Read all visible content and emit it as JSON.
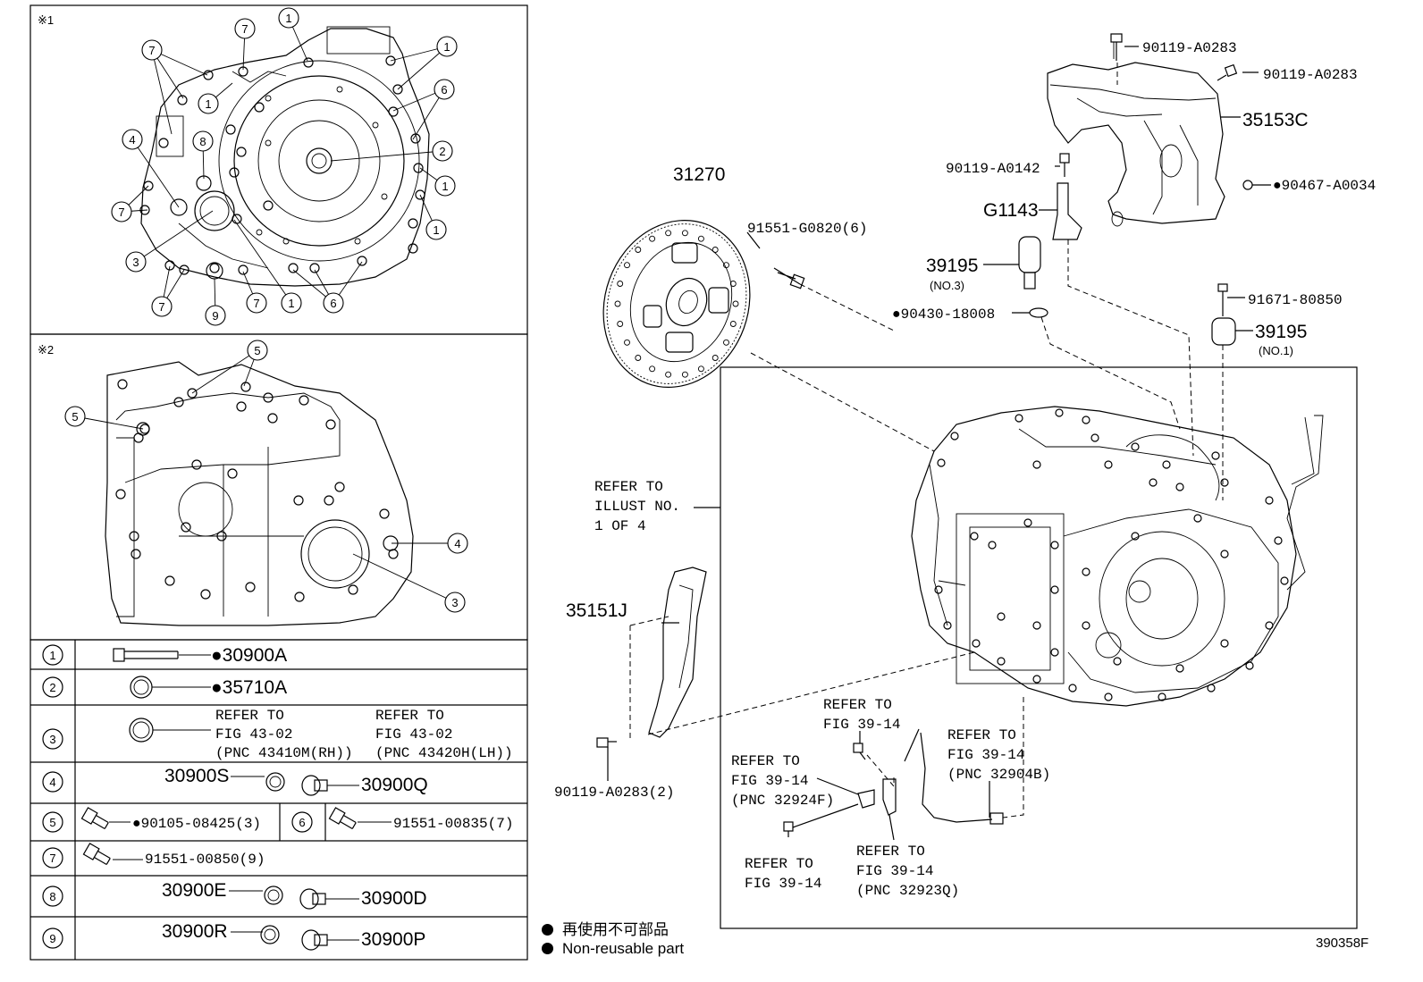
{
  "sections": {
    "s1": "※1",
    "s2": "※2"
  },
  "callouts": [
    "1",
    "2",
    "3",
    "4",
    "5",
    "6",
    "7",
    "8",
    "9"
  ],
  "table": [
    {
      "n": "1",
      "parts": [
        "●30900A"
      ]
    },
    {
      "n": "2",
      "parts": [
        "●35710A"
      ]
    },
    {
      "n": "3",
      "refs": [
        [
          "REFER TO",
          "FIG 43-02",
          "(PNC 43410M(RH))"
        ],
        [
          "REFER TO",
          "FIG 43-02",
          "(PNC 43420H(LH))"
        ]
      ]
    },
    {
      "n": "4",
      "parts": [
        "30900S",
        "30900Q"
      ]
    },
    {
      "n": "5",
      "parts": [
        "●90105-08425(3)"
      ]
    },
    {
      "n": "6",
      "parts": [
        "91551-00835(7)"
      ]
    },
    {
      "n": "7",
      "parts": [
        "91551-00850(9)"
      ]
    },
    {
      "n": "8",
      "parts": [
        "30900E",
        "30900D"
      ]
    },
    {
      "n": "9",
      "parts": [
        "30900R",
        "30900P"
      ]
    }
  ],
  "labels": {
    "p31270": "31270",
    "p91551g": "91551-G0820(6)",
    "p90119a": "90119-A0283",
    "p90119b": "90119-A0283",
    "p35153c": "35153C",
    "p90119c": "90119-A0142",
    "p90467": "●90467-A0034",
    "pg1143": "G1143",
    "p39195a": "39195",
    "p39195a_sub": "(NO.3)",
    "p90430": "●90430-18008",
    "p91671": "91671-80850",
    "p39195b": "39195",
    "p39195b_sub": "(NO.1)",
    "p35151j": "35151J",
    "p90119d": "90119-A0283(2)",
    "refer_main": [
      "REFER TO",
      "ILLUST NO.",
      "1 OF 4"
    ],
    "ref_a": [
      "REFER TO",
      "FIG 39-14"
    ],
    "ref_b": [
      "REFER TO",
      "FIG 39-14",
      "(PNC 32904B)"
    ],
    "ref_c": [
      "REFER TO",
      "FIG 39-14",
      "(PNC 32924F)"
    ],
    "ref_d": [
      "REFER TO",
      "FIG 39-14"
    ],
    "ref_e": [
      "REFER TO",
      "FIG 39-14",
      "(PNC 32923Q)"
    ]
  },
  "legend": {
    "jp": "再使用不可部品",
    "en": "Non-reusable part"
  },
  "illust_id": "390358F"
}
